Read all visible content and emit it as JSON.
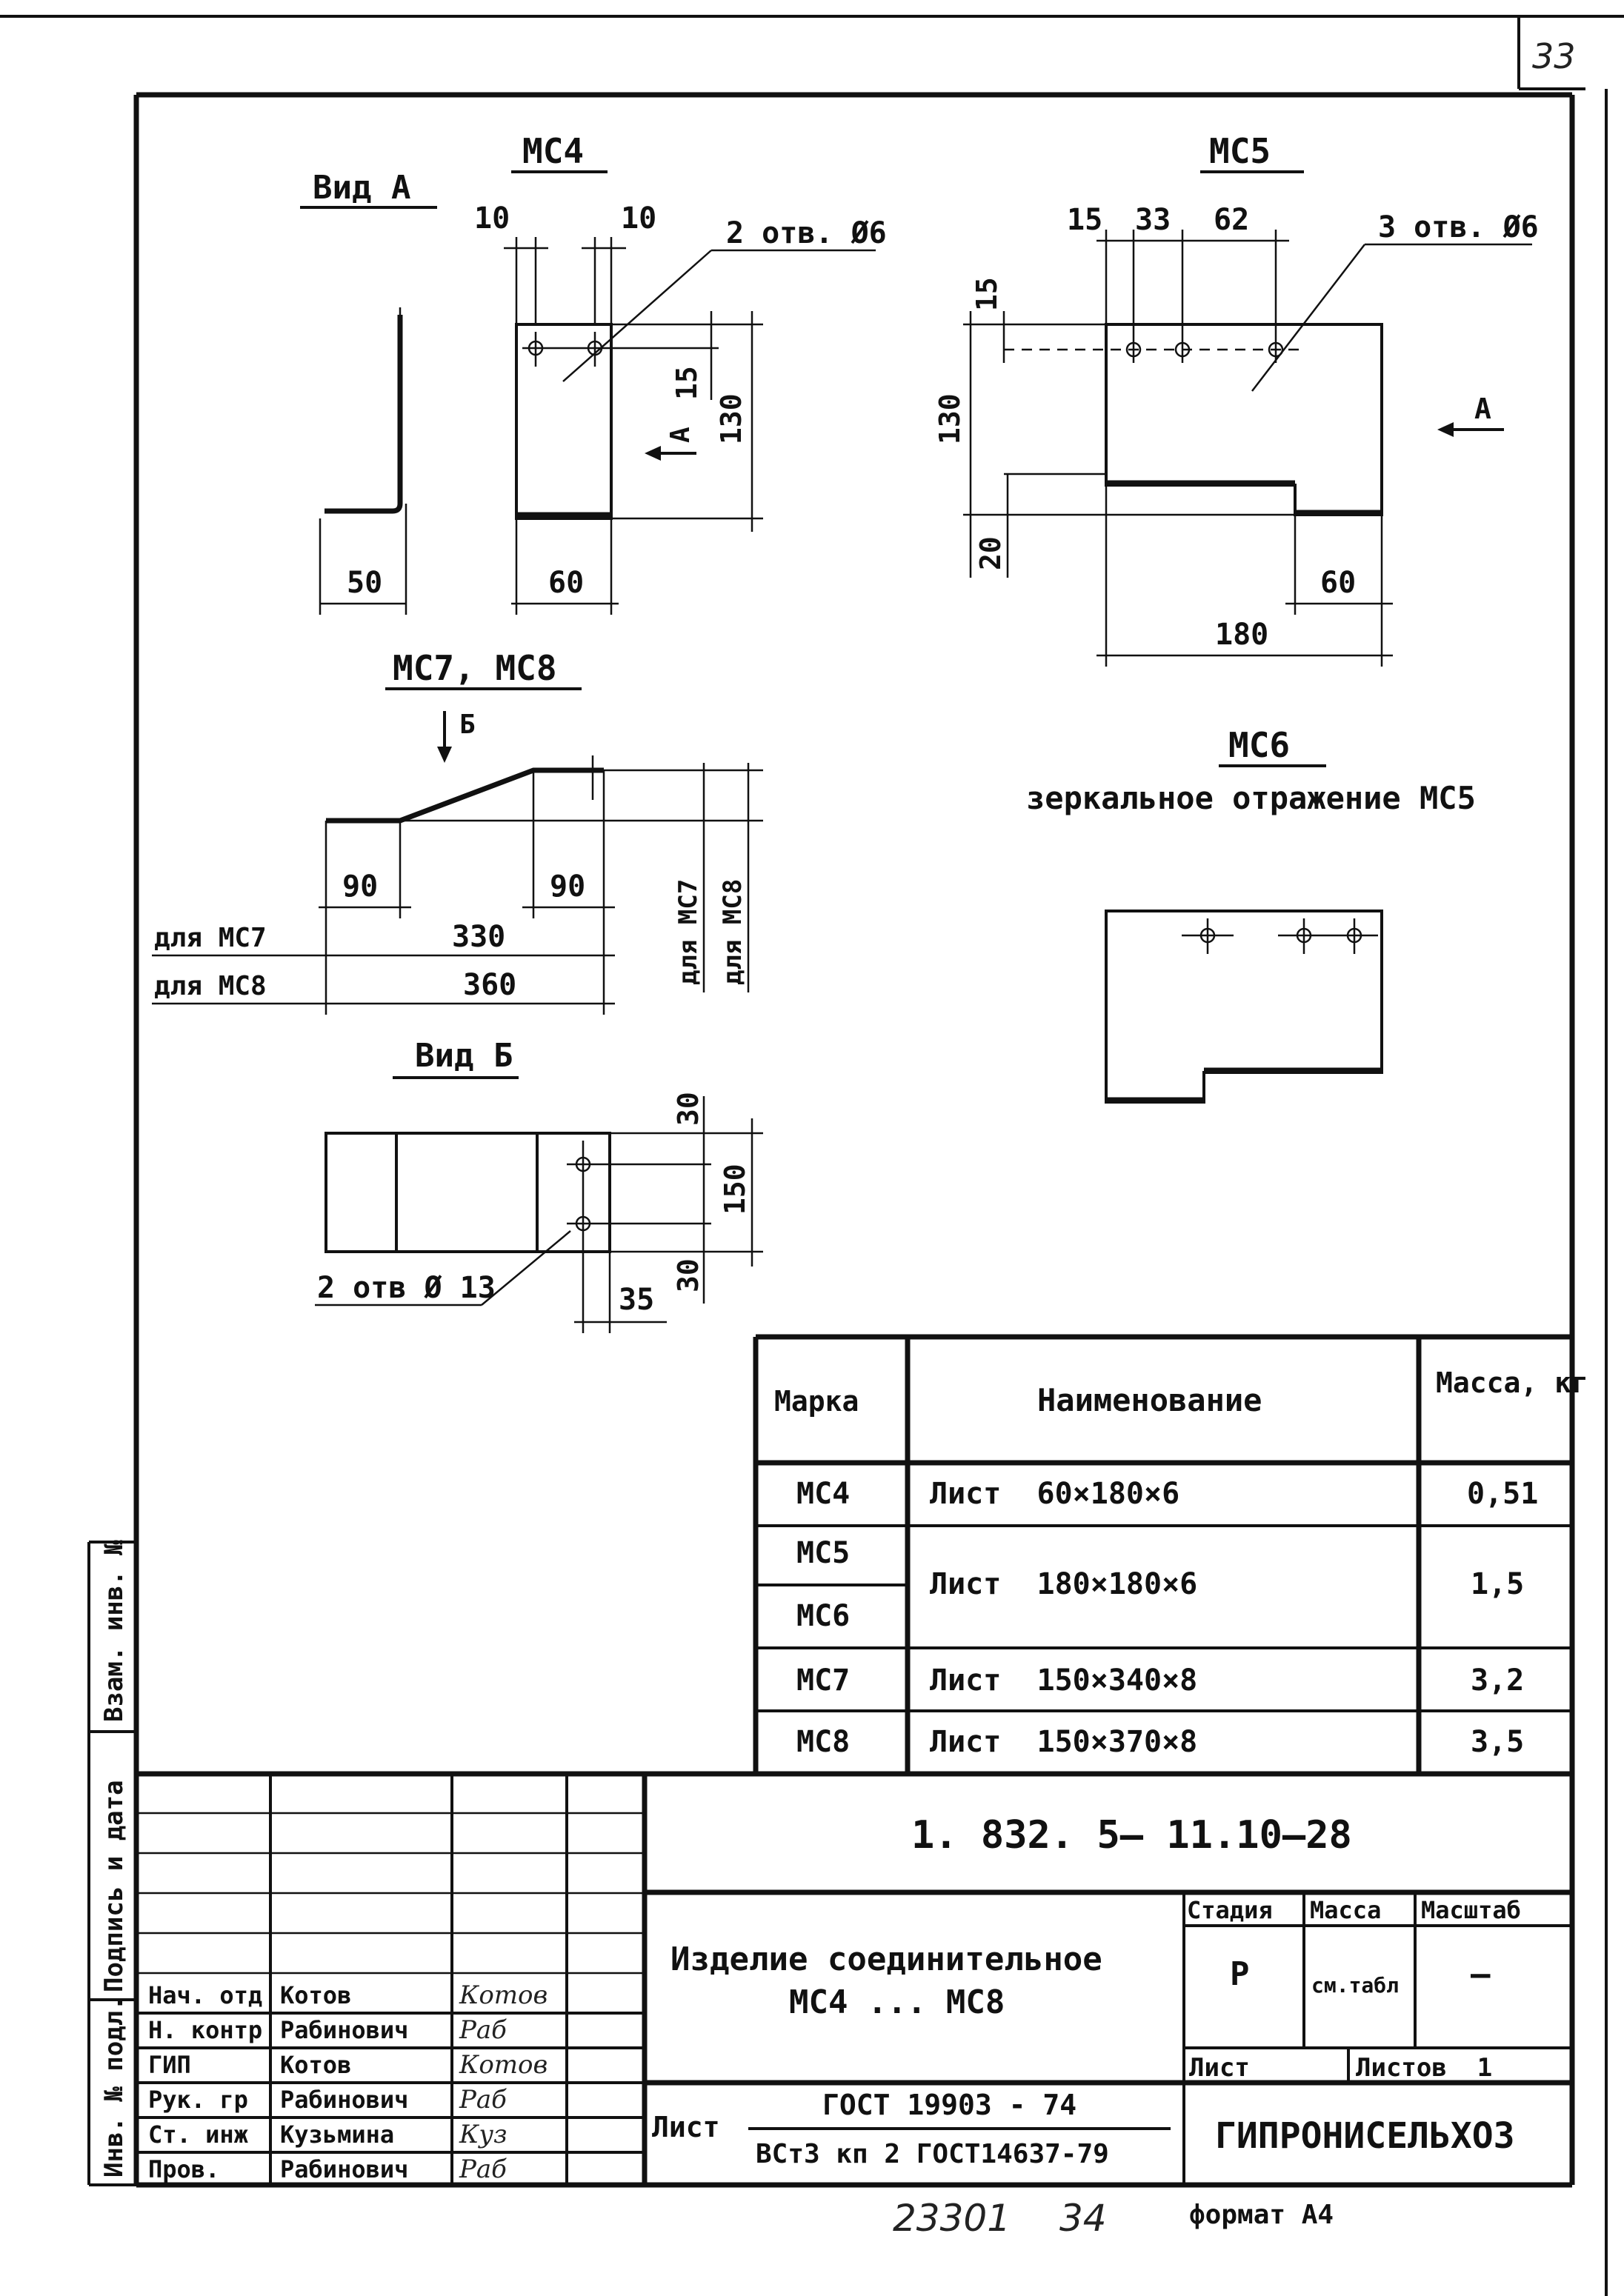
{
  "sheet_number": "33",
  "views": {
    "view_a_title": "Вид А",
    "mc4": {
      "title": "МС4",
      "dim_left": "10",
      "dim_right": "10",
      "holes": "2 отв. Ø6",
      "dim_15": "15",
      "dim_130": "130",
      "arrow_a": "А",
      "dim_60": "60",
      "dim_50": "50"
    },
    "mc5": {
      "title": "МС5",
      "dim_15a": "15",
      "dim_33": "33",
      "dim_62": "62",
      "holes": "3 отв. Ø6",
      "dim_15v": "15",
      "dim_130": "130",
      "dim_20": "20",
      "arrow_a": "А",
      "dim_60": "60",
      "dim_180": "180"
    },
    "mc78": {
      "title": "МС7, МС8",
      "arrow_b": "Б",
      "dim_90a": "90",
      "dim_90b": "90",
      "label_mc7": "для МС7",
      "dim_330": "330",
      "label_mc8": "для МС8",
      "dim_360": "360",
      "vert_mc7": "для МС7",
      "vert_mc8": "для МС8"
    },
    "mc6": {
      "title": "МС6",
      "subtitle": "зеркальное отражение МС5"
    },
    "view_b": {
      "title": "Вид Б",
      "dim_30a": "30",
      "dim_150": "150",
      "dim_30b": "30",
      "dim_35": "35",
      "holes": "2 отв Ø 13"
    }
  },
  "spec_table": {
    "headers": [
      "Марка",
      "Наименование",
      "Масса, кг"
    ],
    "rows": [
      {
        "mark": "МС4",
        "name": "Лист  60×180×6",
        "mass": "0,51"
      },
      {
        "mark": "МС5",
        "name": "Лист  180×180×6",
        "mass": "1,5"
      },
      {
        "mark": "МС6",
        "name": "",
        "mass": ""
      },
      {
        "mark": "МС7",
        "name": "Лист  150×340×8",
        "mass": "3,2"
      },
      {
        "mark": "МС8",
        "name": "Лист  150×370×8",
        "mass": "3,5"
      }
    ]
  },
  "title_block": {
    "doc_code": "1. 832. 5– 11.10–28",
    "item_name_line1": "Изделие соединительное",
    "item_name_line2": "МС4 ... МС8",
    "stage_header": "Стадия",
    "mass_header": "Масса",
    "scale_header": "Масштаб",
    "stage": "Р",
    "mass": "см.табл",
    "scale": "—",
    "sheet_label": "Лист",
    "sheets_label": "Листов  1",
    "material_prefix": "Лист",
    "material_line1": "ГОСТ 19903 - 74",
    "material_line2": "ВСт3 кп 2 ГОСТ14637-79",
    "organization": "ГИПРОНИСЕЛЬХОЗ",
    "roles": [
      {
        "role": "Нач. отд",
        "name": "Котов",
        "signature": "Котов"
      },
      {
        "role": "Н. контр",
        "name": "Рабинович",
        "signature": "Раб"
      },
      {
        "role": "ГИП",
        "name": "Котов",
        "signature": "Котов"
      },
      {
        "role": "Рук. гр",
        "name": "Рабинович",
        "signature": "Раб"
      },
      {
        "role": "Ст. инж",
        "name": "Кузьмина",
        "signature": "Куз"
      },
      {
        "role": "Пров.",
        "name": "Рабинович",
        "signature": "Раб"
      }
    ]
  },
  "side_labels": {
    "inv_podl": "Инв. № подл.",
    "podpis_data": "Подпись и дата",
    "vzam_inv": "Взам. инв. №"
  },
  "footer": {
    "number1": "23301",
    "number2": "34",
    "format": "формат А4"
  }
}
